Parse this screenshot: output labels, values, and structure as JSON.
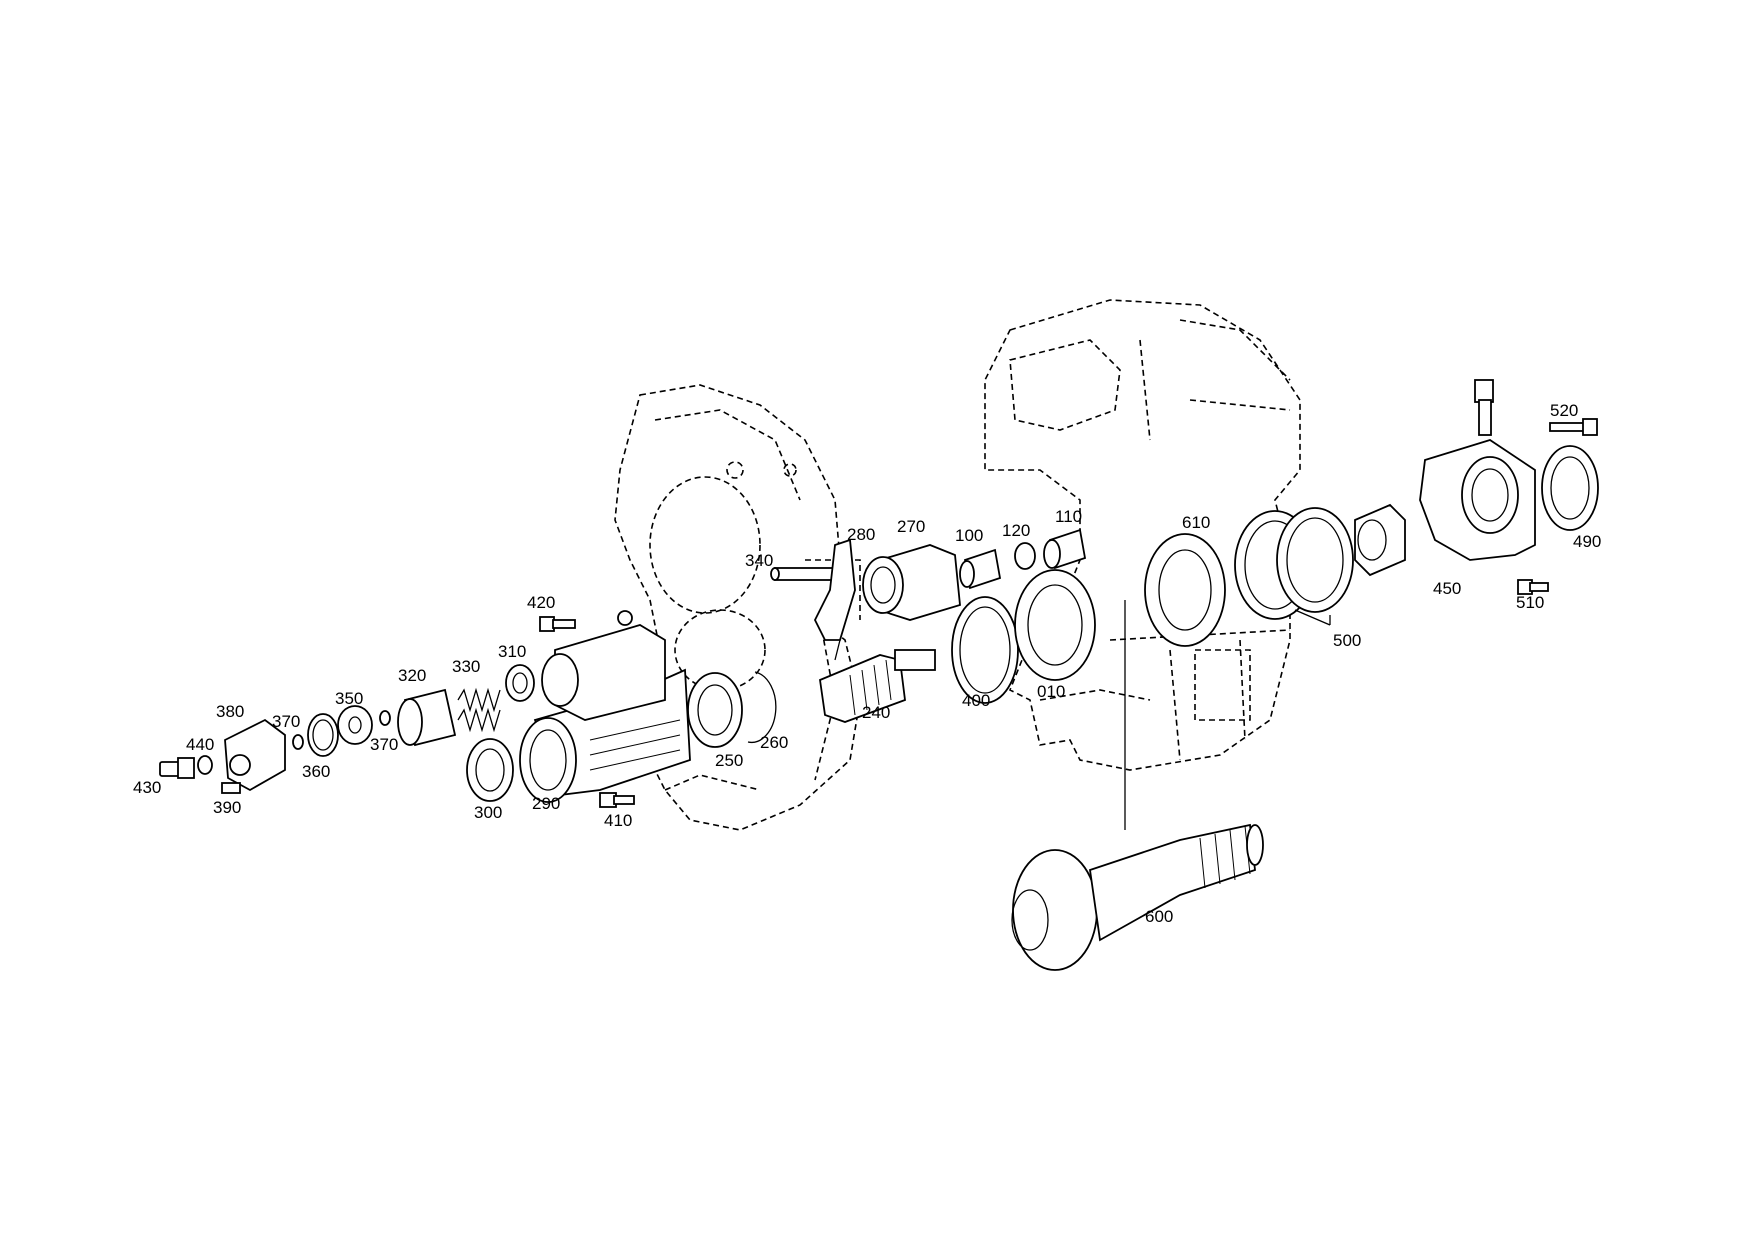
{
  "colors": {
    "ink": "#000000",
    "paper": "#ffffff"
  },
  "labels": {
    "p010": "010",
    "p100": "100",
    "p110": "110",
    "p120": "120",
    "p240": "240",
    "p250": "250",
    "p260": "260",
    "p270": "270",
    "p280": "280",
    "p290": "290",
    "p300": "300",
    "p310": "310",
    "p320": "320",
    "p330": "330",
    "p340": "340",
    "p350": "350",
    "p360": "360",
    "p370a": "370",
    "p370b": "370",
    "p380": "380",
    "p390": "390",
    "p400": "400",
    "p410": "410",
    "p420": "420",
    "p430": "430",
    "p440": "440",
    "p450": "450",
    "p490": "490",
    "p500": "500",
    "p510": "510",
    "p520": "520",
    "p600": "600",
    "p610": "610"
  }
}
